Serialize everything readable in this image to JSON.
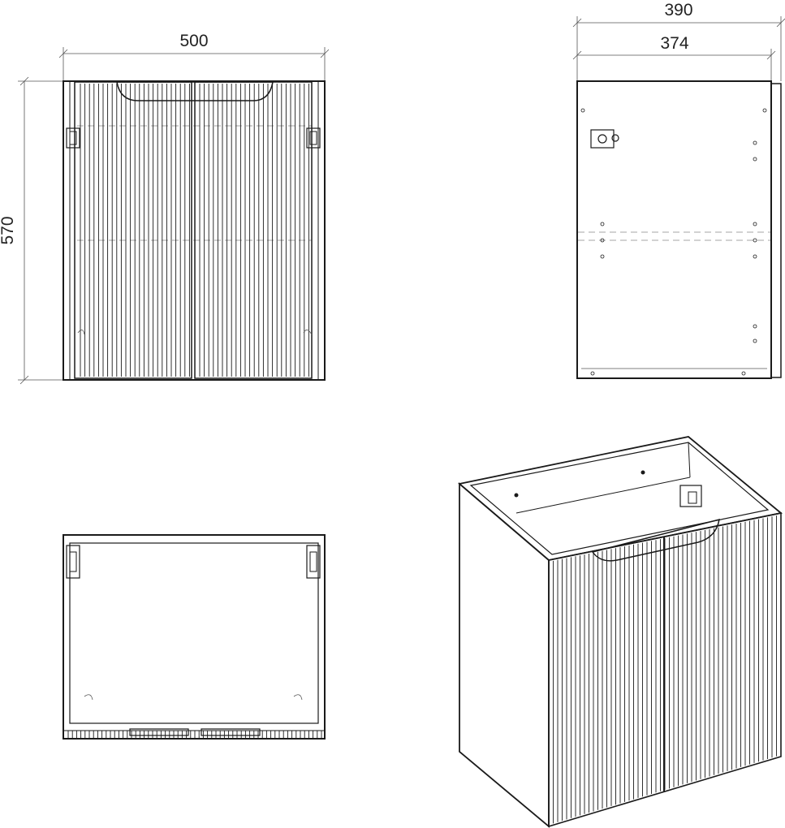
{
  "dimensions": {
    "front_width": "500",
    "front_height": "570",
    "side_total_depth": "390",
    "side_body_depth": "374"
  },
  "colors": {
    "line": "#1a1a1a",
    "background": "#ffffff"
  }
}
